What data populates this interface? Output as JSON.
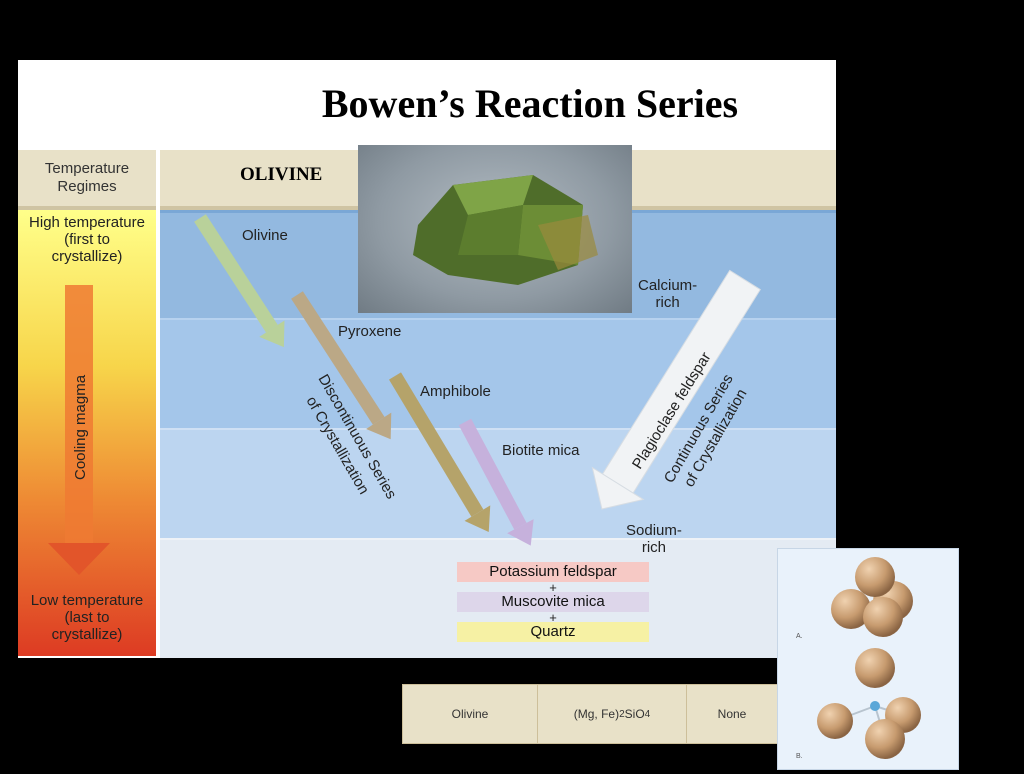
{
  "title": "Bowen’s Reaction Series",
  "header": {
    "left": "Temperature\nRegimes",
    "olivine_label": "OLIVINE"
  },
  "temperature": {
    "high": "High temperature\n(first to\ncrystallize)",
    "cooling": "Cooling magma",
    "low": "Low temperature\n(last to\ncrystallize)"
  },
  "minerals": {
    "olivine": "Olivine",
    "pyroxene": "Pyroxene",
    "amphibole": "Amphibole",
    "biotite": "Biotite mica"
  },
  "plagioclase": {
    "calcium": "Calcium-\nrich",
    "sodium": "Sodium-\nrich",
    "label": "Plagioclase feldspar"
  },
  "series": {
    "discontinuous": "Discontinuous Series\nof Crystallization",
    "continuous": "Continuous Series\nof Crystallization"
  },
  "final": {
    "potassium": "Potassium feldspar",
    "muscovite": "Muscovite mica",
    "quartz": "Quartz",
    "plus": "+"
  },
  "table": {
    "name": "Olivine",
    "formula": "(Mg, Fe)2SiO4",
    "cleavage": "None"
  },
  "inset": {
    "a": "A.",
    "b": "B."
  },
  "colors": {
    "olivine_arrow": "#b9d19a",
    "pyroxene_arrow": "#bba886",
    "amphibole_arrow": "#b5a36a",
    "biotite_arrow": "#c6b1dc",
    "plagioclase_arrow": "#f1f3f5",
    "cooling_arrow": "#e96a2d"
  }
}
